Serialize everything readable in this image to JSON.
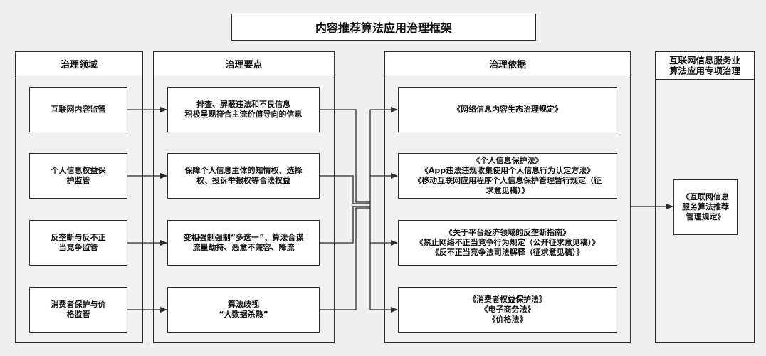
{
  "title": "内容推荐算法应用治理框架",
  "columns": {
    "domain": "治理领域",
    "points": "治理要点",
    "basis": "治理依据",
    "special": [
      "互联网信息服务业",
      "算法应用专项治理"
    ]
  },
  "domains": [
    [
      "互联网内容监管"
    ],
    [
      "个人信息权益保",
      "护监管"
    ],
    [
      "反垄断与反不正",
      "当竞争监管"
    ],
    [
      "消费者保护与价",
      "格监管"
    ]
  ],
  "points": [
    [
      "排查、屏蔽违法和不良信息",
      "积极呈现符合主流价值导向的信息"
    ],
    [
      "保障个人信息主体的知情权、选择",
      "权、投诉举报权等合法权益"
    ],
    [
      "变相强制强制“多选一”、算法合谋",
      "流量劫持、恶意不兼容、降流"
    ],
    [
      "算法歧视",
      "“大数据杀熟”"
    ]
  ],
  "basis": [
    [
      "《网络信息内容生态治理规定》"
    ],
    [
      "《个人信息保护法》",
      "《App违法违规收集使用个人信息行为认定方法》",
      "《移动互联网应用程序个人信息保护管理暂行规定（征",
      "求意见稿）》"
    ],
    [
      "《关于平台经济领域的反垄断指南》",
      "《禁止网络不正当竞争行为规定（公开征求意见稿）》",
      "《反不正当竞争法司法解释（征求意见稿）》"
    ],
    [
      "《消费者权益保护法》",
      "《电子商务法》",
      "《价格法》"
    ]
  ],
  "special_rule": [
    "《互联网信息",
    "服务算法推荐",
    "管理规定》"
  ]
}
